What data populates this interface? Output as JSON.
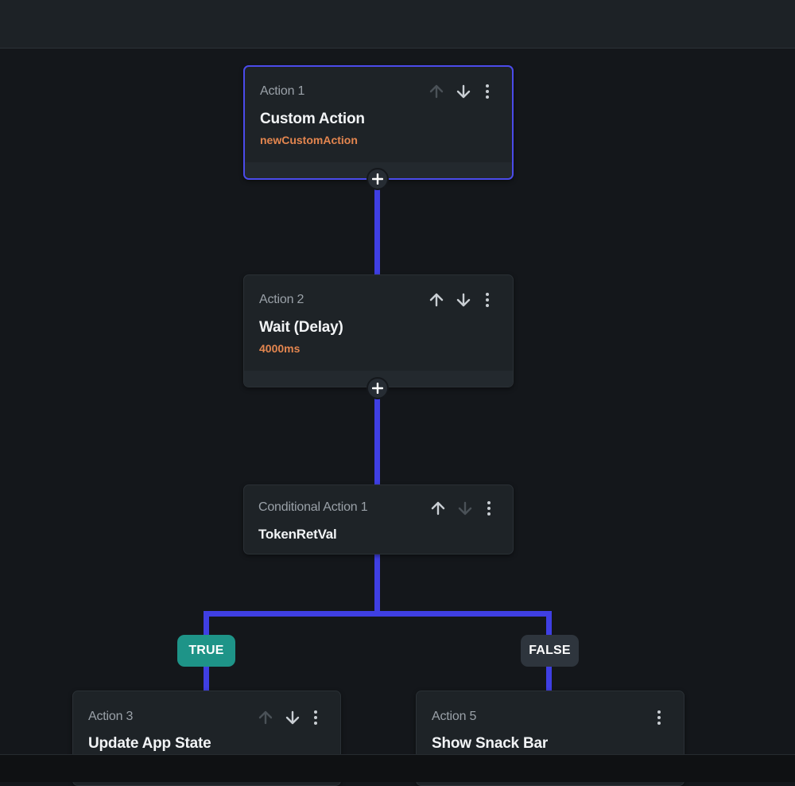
{
  "flow": {
    "action1": {
      "label": "Action 1",
      "title": "Custom Action",
      "subtitle": "newCustomAction"
    },
    "action2": {
      "label": "Action 2",
      "title": "Wait (Delay)",
      "subtitle": "4000ms"
    },
    "conditional1": {
      "label": "Conditional Action 1",
      "title": "TokenRetVal"
    },
    "branches": {
      "true_label": "TRUE",
      "false_label": "FALSE"
    },
    "action3": {
      "label": "Action 3",
      "title": "Update App State"
    },
    "action5": {
      "label": "Action 5",
      "title": "Show Snack Bar"
    }
  },
  "colors": {
    "connector": "#3f3fe3",
    "accent_subtitle": "#e4864f",
    "true_badge": "#1e9488",
    "false_badge": "#2e353d",
    "selected_border": "#4b4bea"
  },
  "icons": [
    "move-up-icon",
    "move-down-icon",
    "more-vert-icon",
    "add-icon"
  ]
}
